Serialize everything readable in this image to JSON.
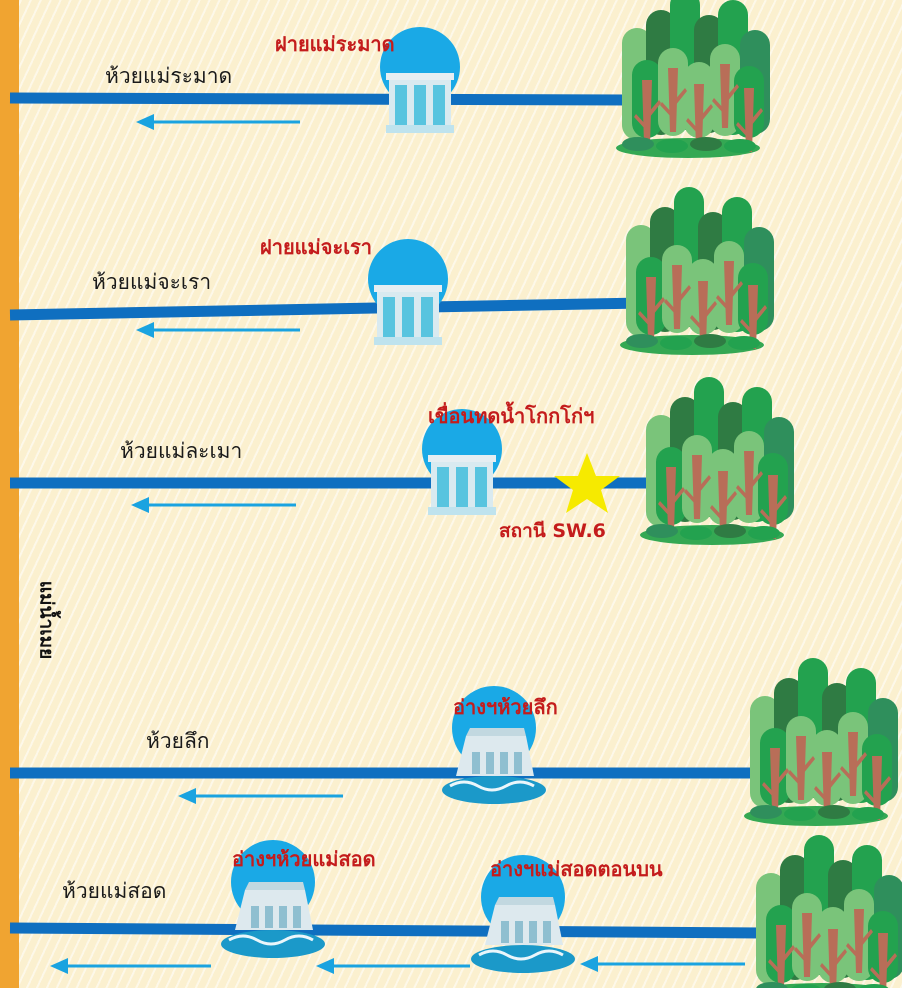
{
  "main_river": {
    "label": "แม่น้ำเมย"
  },
  "streams": [
    {
      "name": "ห้วยแม่ระมาด",
      "structures": [
        {
          "type": "weir",
          "label": "ฝายแม่ระมาด"
        }
      ]
    },
    {
      "name": "ห้วยแม่จะเรา",
      "structures": [
        {
          "type": "weir",
          "label": "ฝายแม่จะเรา"
        }
      ]
    },
    {
      "name": "ห้วยแม่ละเมา",
      "structures": [
        {
          "type": "weir",
          "label": "เขื่อนทดน้ำโกกโก่ฯ"
        }
      ],
      "station": {
        "label": "สถานี SW.6",
        "icon": "star-icon"
      }
    },
    {
      "name": "ห้วยลึก",
      "structures": [
        {
          "type": "reservoir",
          "label": "อ่างฯห้วยลึก"
        }
      ]
    },
    {
      "name": "ห้วยแม่สอด",
      "structures": [
        {
          "type": "reservoir",
          "label": "อ่างฯห้วยแม่สอด"
        },
        {
          "type": "reservoir",
          "label": "อ่างฯแม่สอดตอนบน"
        }
      ]
    }
  ],
  "colors": {
    "stream": "#0f6fc0",
    "flow_arrow": "#1aa3e0",
    "main_river": "#f0a431",
    "label_red": "#c41c1c",
    "dam_circle": "#1aa9e6",
    "star": "#f6ea00",
    "tree_dark": "#2f7b43",
    "tree_mid": "#23a24f",
    "tree_light": "#7ac47a",
    "trunk": "#b86e58"
  },
  "icons": [
    "weir-icon",
    "reservoir-icon",
    "forest-icon",
    "star-icon",
    "flow-arrow-icon"
  ]
}
